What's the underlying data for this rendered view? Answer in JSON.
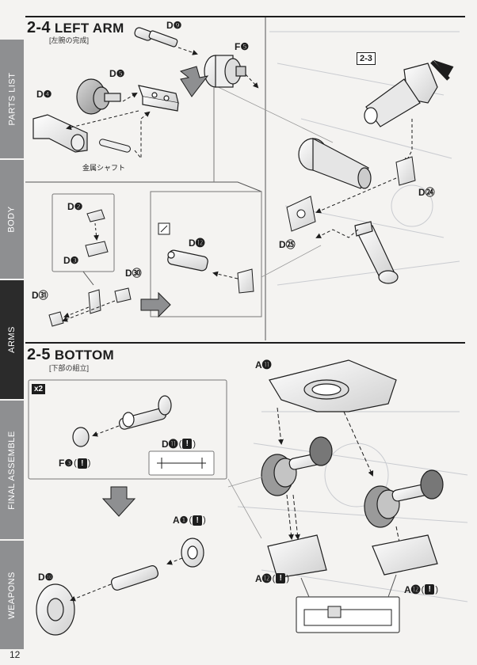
{
  "sidebar": {
    "tabs": [
      {
        "label": "PARTS LIST",
        "active": false
      },
      {
        "label": "BODY",
        "active": false
      },
      {
        "label": "ARMS",
        "active": true
      },
      {
        "label": "FINAL ASSEMBLE",
        "active": false
      },
      {
        "label": "WEAPONS",
        "active": false
      }
    ]
  },
  "page_number": "12",
  "section_left_arm": {
    "number": "2-4",
    "title": "LEFT ARM",
    "subtitle": "[左腕の完成]",
    "labels": {
      "d9": "D❾",
      "f5": "F❺",
      "d5": "D❺",
      "d4": "D❹",
      "shaft": "金属シャフト",
      "d2": "D❷",
      "d3": "D❸",
      "d30": "D㉚",
      "d31": "D㉛",
      "d12": "D⓬",
      "ref": "2-3",
      "d24": "D㉔",
      "d25": "D㉕"
    }
  },
  "section_bottom": {
    "number": "2-5",
    "title": "BOTTOM",
    "subtitle": "[下部の組立]",
    "multiplier": "x2",
    "labels": {
      "d11": "D⓫",
      "f3": "F❸",
      "a1": "A❶",
      "d10": "D❿",
      "a11": "A⓫",
      "a12_left": "A⓬",
      "a12_right": "A⓬"
    },
    "warning": "!"
  },
  "colors": {
    "ink": "#1d1d1d",
    "tab_gray": "#8e8f91",
    "tab_active": "#2b2b2b",
    "paper": "#f4f3f1"
  }
}
